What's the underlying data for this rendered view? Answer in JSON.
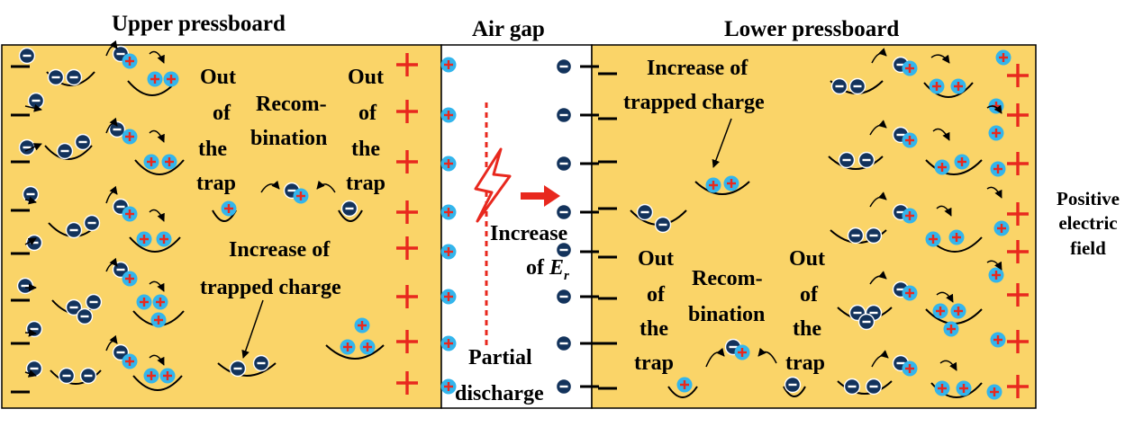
{
  "headers": {
    "upper": "Upper pressboard",
    "air": "Air gap",
    "lower": "Lower pressboard"
  },
  "upper_panel": {
    "out_left": [
      "Out",
      "of",
      "the",
      "trap"
    ],
    "recom": [
      "Recom-",
      "bination"
    ],
    "out_right": [
      "Out",
      "of",
      "the",
      "trap"
    ],
    "increase": [
      "Increase of",
      "trapped charge"
    ]
  },
  "air_gap": {
    "increase_er": [
      "Increase",
      "of "
    ],
    "er_symbol": "E",
    "er_sub": "r",
    "partial": [
      "Partial",
      "discharge"
    ]
  },
  "lower_panel": {
    "increase": [
      "Increase of",
      "trapped charge"
    ],
    "out_left": [
      "Out",
      "of",
      "the",
      "trap"
    ],
    "recom": [
      "Recom-",
      "bination"
    ],
    "out_right": [
      "Out",
      "of",
      "the",
      "trap"
    ]
  },
  "side_label": [
    "Positive",
    "electric",
    "field"
  ],
  "colors": {
    "pressboard": "#FAD468",
    "negative_charge": "#13335C",
    "positive_charge": "#33B5EC",
    "plus_sign": "#E8281E",
    "discharge": "#E8281E"
  }
}
